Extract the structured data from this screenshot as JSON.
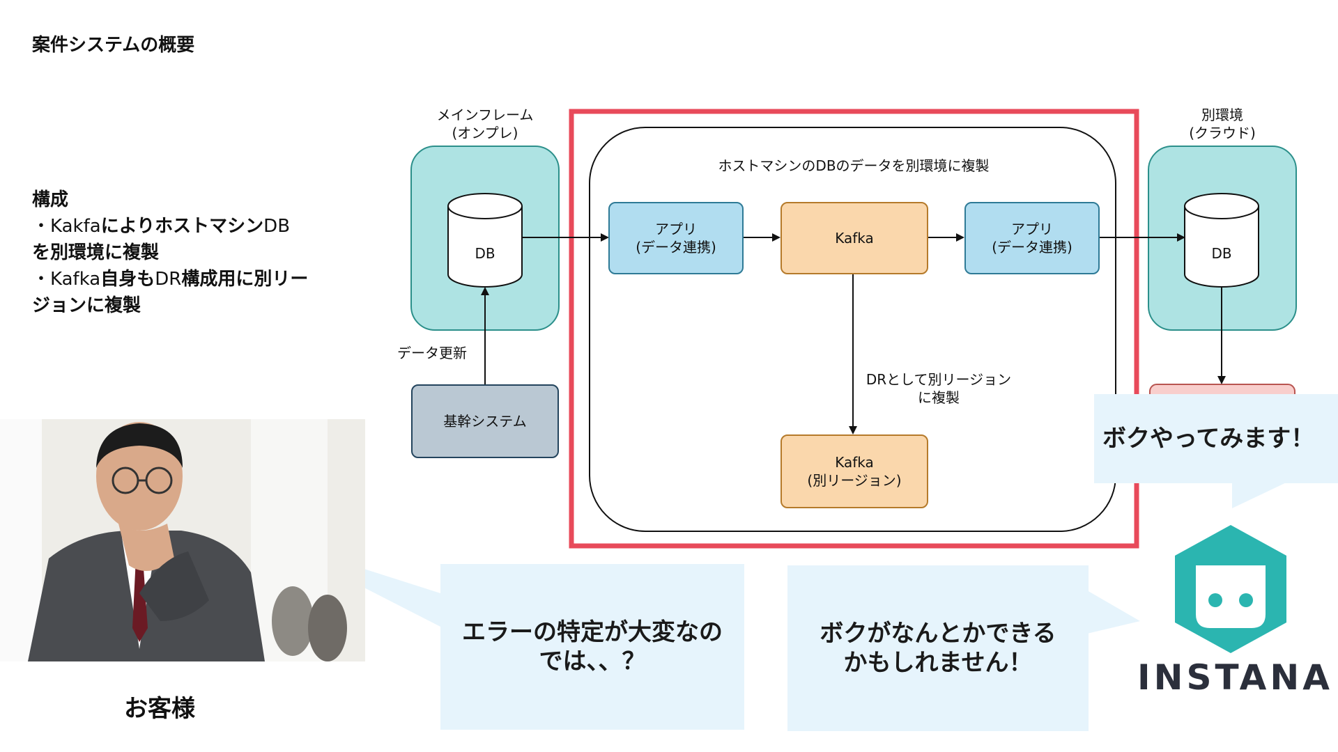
{
  "slide": {
    "title": "案件システムの概要"
  },
  "description": {
    "heading": "構成",
    "bullets": [
      {
        "prefix": "・",
        "a": "Kakfa",
        "b": "によりホストマシン",
        "c": "DB",
        "d": "を別環境に複製"
      },
      {
        "prefix": "・",
        "a": "Kafka",
        "b": "自身も",
        "c": "DR",
        "d": "構成用に別リージョンに複製"
      }
    ]
  },
  "diagram": {
    "mainframe": {
      "label_line1": "メインフレーム",
      "label_line2": "(オンプレ)",
      "db": "DB"
    },
    "other_env": {
      "label_line1": "別環境",
      "label_line2": "(クラウド)",
      "db": "DB"
    },
    "core_system": "基幹システム",
    "data_update_label": "データ更新",
    "group_title": "ホストマシンのDBのデータを別環境に複製",
    "app_left": {
      "line1": "アプリ",
      "line2": "(データ連携)"
    },
    "kafka_main": "Kafka",
    "app_right": {
      "line1": "アプリ",
      "line2": "(データ連携)"
    },
    "dr_label": {
      "line1": "DRとして別リージョン",
      "line2": "に複製"
    },
    "kafka_dr": {
      "line1": "Kafka",
      "line2": "(別リージョン)"
    },
    "colors": {
      "highlight": "#e84a5a",
      "zone_fill": "#aee3e3",
      "app_fill": "#b1ddf0",
      "kafka_fill": "#fad7ac",
      "core_fill": "#bac8d3"
    }
  },
  "callouts": {
    "customer_text_line1": "エラーの特定が大変なの",
    "customer_text_line2": "では、、？",
    "bot_text_line1": "ボクがなんとかできる",
    "bot_text_line2": "かもしれません！",
    "bot_top_text": "ボクやってみます！"
  },
  "labels": {
    "customer": "お客様",
    "brand": "INSTANA"
  },
  "icons": {
    "photo": "thinking-businessman-photo",
    "logo": "instana-robot-logo"
  }
}
